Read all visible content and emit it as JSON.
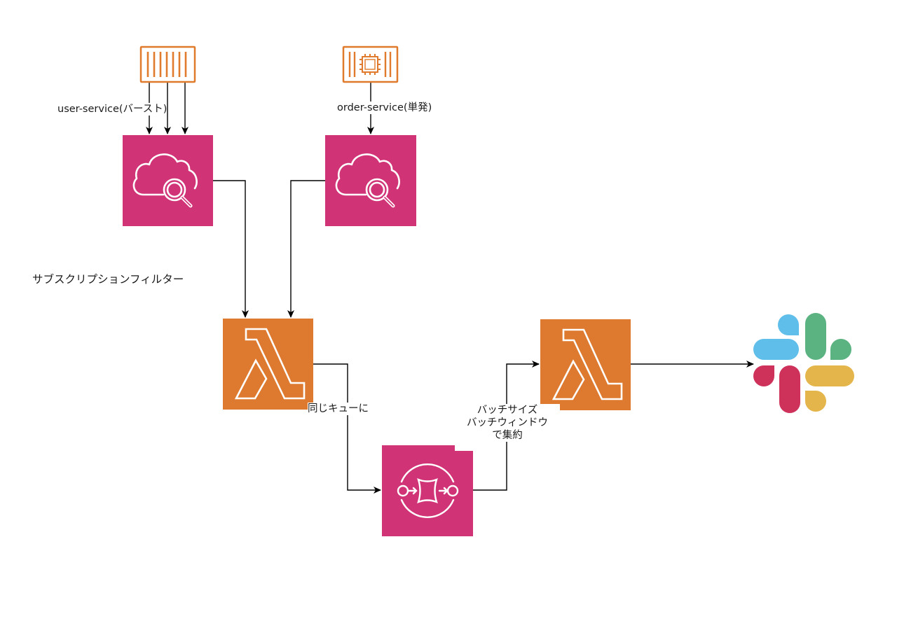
{
  "diagram": {
    "nodes": [
      {
        "id": "user-service",
        "type": "ecs-container-icon",
        "color": "#E07A2C"
      },
      {
        "id": "order-service",
        "type": "ec2-container-icon",
        "color": "#E07A2C"
      },
      {
        "id": "cloudwatch-logs-user",
        "type": "cloudwatch-logs-icon",
        "color": "#D13476"
      },
      {
        "id": "cloudwatch-logs-order",
        "type": "cloudwatch-logs-icon",
        "color": "#D13476"
      },
      {
        "id": "lambda-subscriber",
        "type": "lambda-icon",
        "color": "#DD7A2F"
      },
      {
        "id": "sqs-queue",
        "type": "sqs-icon",
        "color": "#D13476"
      },
      {
        "id": "lambda-notifier",
        "type": "lambda-icon",
        "color": "#DD7A2F"
      },
      {
        "id": "slack",
        "type": "slack-logo-icon",
        "colors": [
          "#5FBEEA",
          "#5BB381",
          "#CE3159",
          "#E4B54A"
        ]
      }
    ],
    "labels": {
      "user_service": "user-service(バースト)",
      "order_service": "order-service(単発)",
      "subscription_filter": "サブスクリプションフィルター",
      "same_queue": "同じキューに",
      "batch_line1": "バッチサイズ",
      "batch_line2": "バッチウィンドウ",
      "batch_line3": "で集約"
    },
    "edges": [
      {
        "from": "user-service",
        "to": "cloudwatch-logs-user",
        "count": 3,
        "label": "user_service"
      },
      {
        "from": "order-service",
        "to": "cloudwatch-logs-order",
        "count": 1,
        "label": "order_service"
      },
      {
        "from": "cloudwatch-logs-user",
        "to": "lambda-subscriber",
        "label": "subscription_filter"
      },
      {
        "from": "cloudwatch-logs-order",
        "to": "lambda-subscriber"
      },
      {
        "from": "lambda-subscriber",
        "to": "sqs-queue",
        "label": "same_queue"
      },
      {
        "from": "sqs-queue",
        "to": "lambda-notifier",
        "label": "batch"
      },
      {
        "from": "lambda-notifier",
        "to": "slack"
      }
    ],
    "colors": {
      "edge": "#000000",
      "pink": "#D13476",
      "orange": "#DD7A2F",
      "container_orange": "#E07A2C"
    }
  }
}
